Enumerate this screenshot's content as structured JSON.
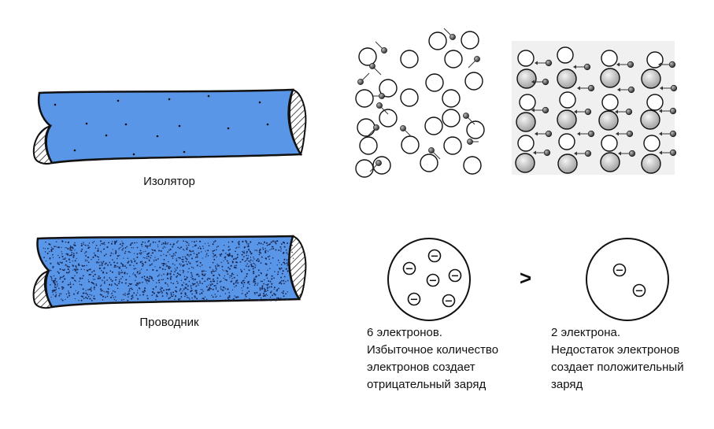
{
  "insulator": {
    "label": "Изолятор",
    "fill_color": "#5a96e8"
  },
  "conductor": {
    "label": "Проводник",
    "fill_color": "#5a96e8"
  },
  "comparison": {
    "left": {
      "count": 6,
      "caption": "6 электронов.\nИзбыточное количество\nэлектронов создает\nотрицательный заряд"
    },
    "operator": ">",
    "right": {
      "count": 2,
      "caption": "2 электрона.\nНедостаток электронов\nсоздает положительный\nзаряд"
    },
    "electron_symbol": "−"
  }
}
